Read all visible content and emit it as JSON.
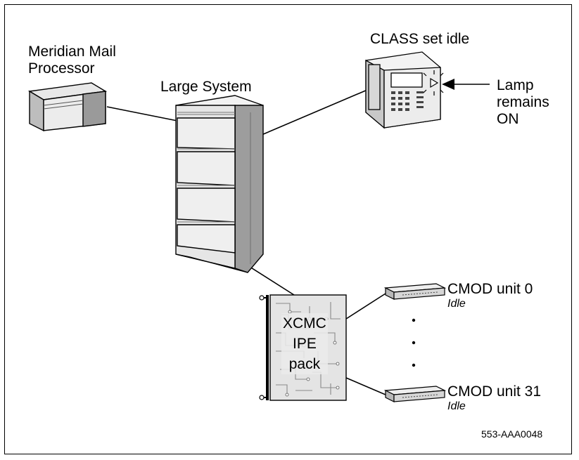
{
  "labels": {
    "meridian_line1": "Meridian Mail",
    "meridian_line2": "Processor",
    "large_system": "Large System",
    "class_set": "CLASS set idle",
    "lamp_line1": "Lamp",
    "lamp_line2": "remains",
    "lamp_line3": "ON",
    "pack_line1": "XCMC",
    "pack_line2": "IPE",
    "pack_line3": "pack",
    "cmod0": "CMOD unit 0",
    "cmod0_state": "Idle",
    "cmod31": "CMOD unit 31",
    "cmod31_state": "Idle",
    "figure_id": "553-AAA0048"
  }
}
